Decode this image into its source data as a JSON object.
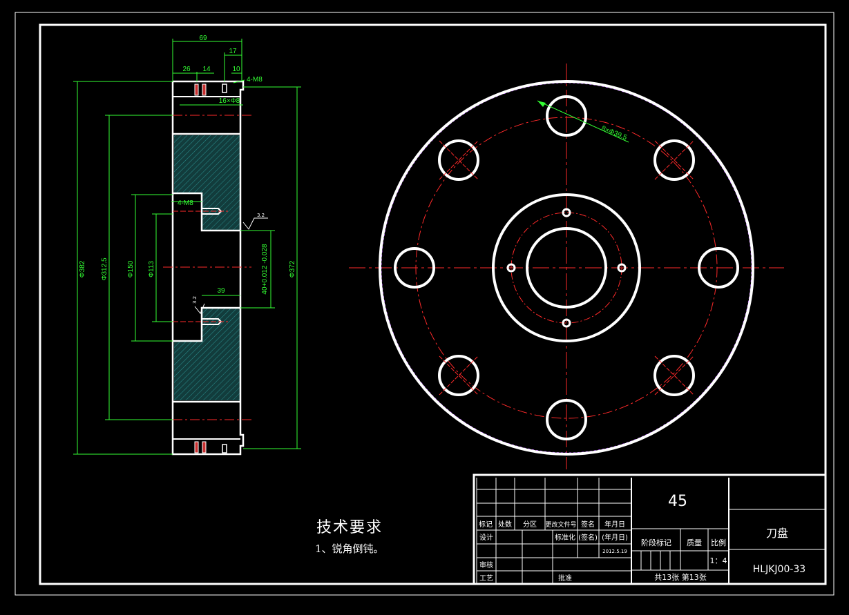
{
  "section_dims": {
    "width_total": "69",
    "width_17": "17",
    "width_26": "26",
    "width_14": "14",
    "width_10": "10",
    "thread": "16×Φ8",
    "dia_382": "Φ382",
    "dia_312": "Φ312.5",
    "dia_150": "Φ150",
    "dia_113": "Φ113",
    "dia_372": "Φ372",
    "bore": "40+0.012 -0.028",
    "depth_39": "39",
    "rough_1": "3.2",
    "rough_2": "3.2",
    "note_a": "4-M8",
    "note_b": "4-M8"
  },
  "front_view": {
    "holes_label": "8×Φ39.5"
  },
  "notes": {
    "title": "技术要求",
    "line1": "1、锐角倒钝。"
  },
  "title_block": {
    "material": "45",
    "part_name": "刀盘",
    "drawing_no": "HLJKJ00-33",
    "scale_label": "比例",
    "scale_value": "1：4",
    "weight_label": "质量",
    "stage_label": "阶段标记",
    "sheets": "共13张  第13张",
    "date_value": "2012.5.19",
    "headers": [
      "标记",
      "处数",
      "分区",
      "更改文件号",
      "签名",
      "年月日"
    ],
    "design": "设计",
    "standard": "标准化",
    "sign": "(签名)",
    "ymd": "(年月日)",
    "review": "审核",
    "process": "工艺",
    "approve": "批准"
  },
  "colors": {
    "line": "#ffffff",
    "dimension": "#33ff33",
    "centerline": "#ff2a2a",
    "hatch": "#1f6b6b",
    "outer_dashed": "#b040ff"
  }
}
